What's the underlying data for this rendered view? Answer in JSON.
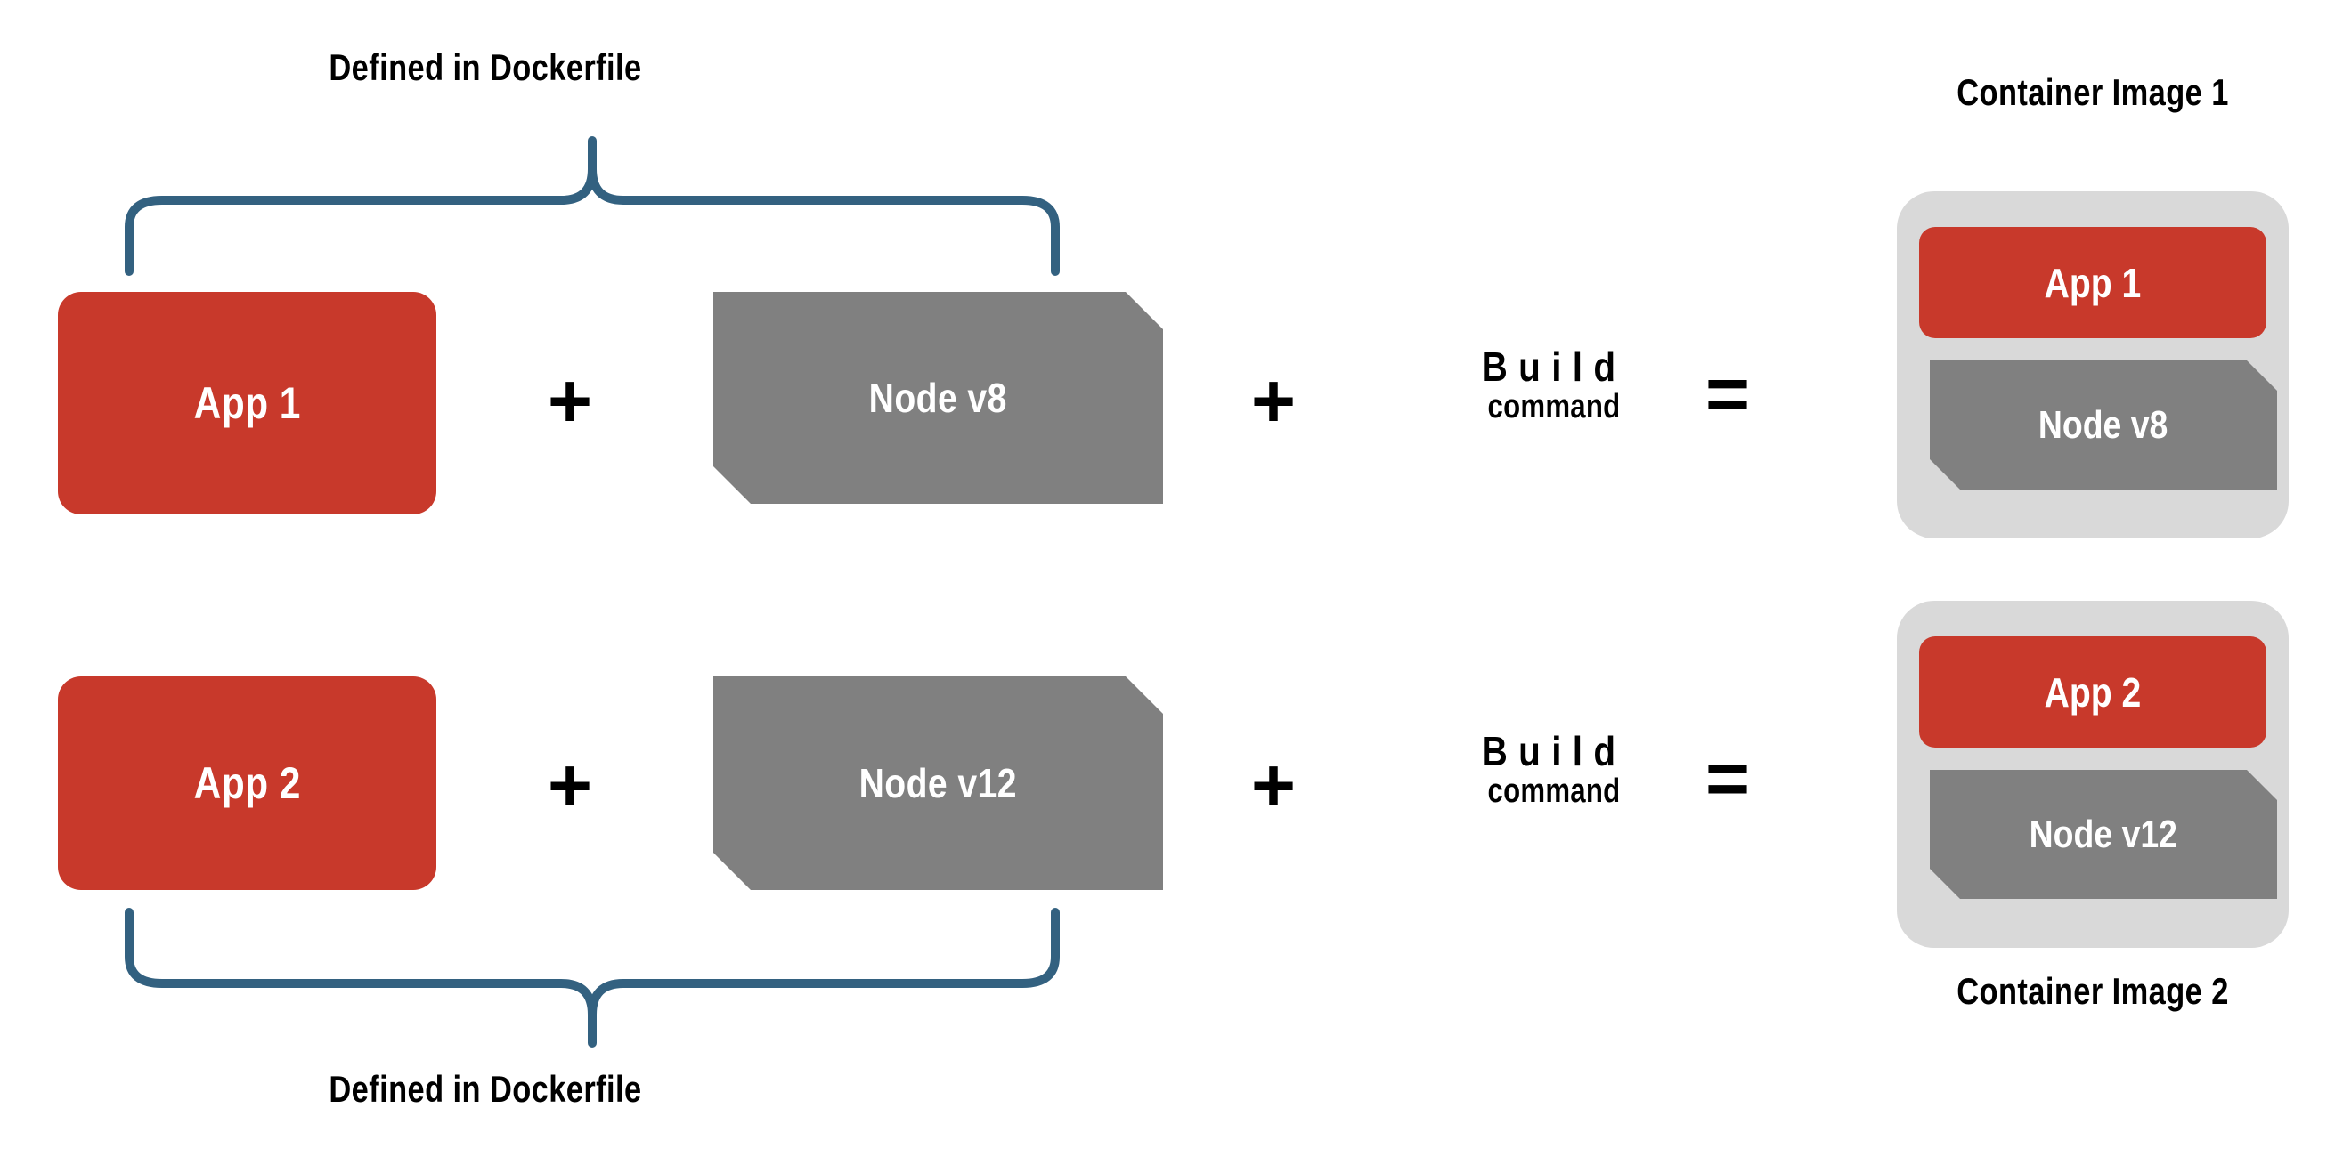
{
  "diagram": {
    "title_hidden": "",
    "colors": {
      "app_red": "#c8392b",
      "node_gray": "#808080",
      "container_gray": "#d9d9d9",
      "brace_blue": "#336180",
      "text_black": "#000000",
      "label_white": "#ffffff",
      "background": "#ffffff"
    }
  },
  "rows": [
    {
      "brace_caption": "Defined in Dockerfile",
      "brace_position": "above",
      "app": {
        "label": "App 1"
      },
      "operator_1": "+",
      "node": {
        "label": "Node v8"
      },
      "operator_2": "+",
      "build": {
        "main": "Build",
        "sub": "command"
      },
      "operator_3": "=",
      "container": {
        "caption": "Container Image 1",
        "caption_position": "above",
        "app_layer": "App 1",
        "node_layer": "Node v8"
      }
    },
    {
      "brace_caption": "Defined in Dockerfile",
      "brace_position": "below",
      "app": {
        "label": "App 2"
      },
      "operator_1": "+",
      "node": {
        "label": "Node v12"
      },
      "operator_2": "+",
      "build": {
        "main": "Build",
        "sub": "command"
      },
      "operator_3": "=",
      "container": {
        "caption": "Container Image 2",
        "caption_position": "below",
        "app_layer": "App 2",
        "node_layer": "Node v12"
      }
    }
  ]
}
